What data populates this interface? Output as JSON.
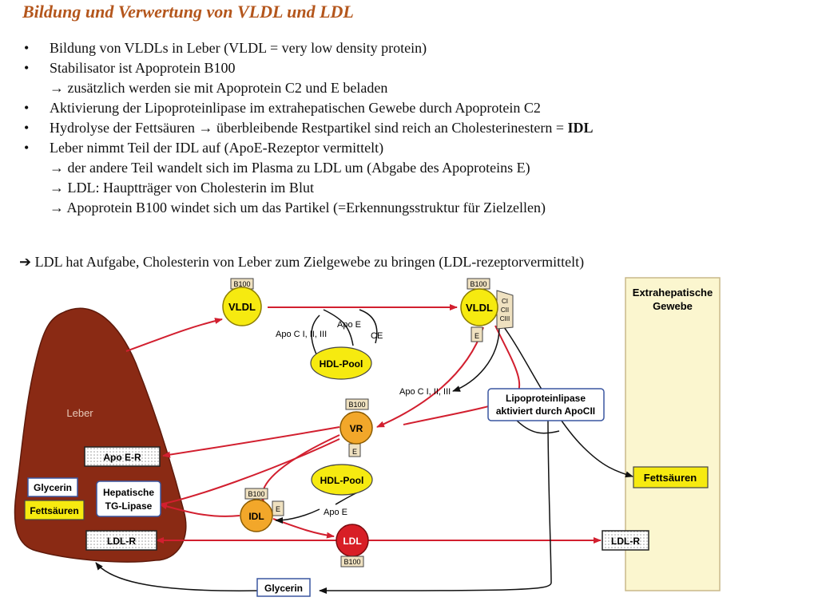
{
  "title": "Bildung und Verwertung von VLDL und LDL",
  "bullets": [
    {
      "text": "Bildung von VLDLs in Leber (VLDL = very low density protein)",
      "subs": []
    },
    {
      "text": "Stabilisator ist Apoprotein B100",
      "subs": [
        "→ zusätzlich werden sie mit Apoprotein C2 und E beladen"
      ]
    },
    {
      "text": "Aktivierung der Lipoproteinlipase im extrahepatischen Gewebe durch Apoprotein C2",
      "subs": []
    },
    {
      "text": "Hydrolyse der Fettsäuren → überbleibende Restpartikel sind reich an Cholesterinestern = ",
      "bold": "IDL",
      "subs": []
    },
    {
      "text": "Leber nimmt Teil der IDL auf (ApoE-Rezeptor vermittelt)",
      "subs": [
        "→ der andere Teil wandelt sich im Plasma zu LDL um (Abgabe des Apoproteins E)",
        "→ LDL: Hauptträger von Cholesterin im Blut",
        "→ Apoprotein B100 windet sich um das Partikel (=Erkennungsstruktur für Zielzellen)"
      ]
    }
  ],
  "summary": "➔ LDL hat Aufgabe, Cholesterin von Leber zum Zielgewebe zu bringen (LDL-rezeptorvermittelt)",
  "diagram": {
    "leber": "Leber",
    "vldl_top": "VLDL",
    "vldl_right": "VLDL",
    "vr": "VR",
    "idl": "IDL",
    "ldl": "LDL",
    "b100": "B100",
    "e": "E",
    "ci": "CI",
    "cii": "CII",
    "ciii": "CIII",
    "hdl_pool_1": "HDL-Pool",
    "hdl_pool_2": "HDL-Pool",
    "apo_c_1": "Apo C I, II, III",
    "apo_e_1": "Apo E",
    "ce": "CE",
    "apo_c_2": "Apo C I, II, III",
    "apo_e_2": "Apo E",
    "lpl_line1": "Lipoproteinlipase",
    "lpl_line2": "aktiviert durch ApoCII",
    "extra_line1": "Extrahepatische",
    "extra_line2": "Gewebe",
    "fettsaeuren_right": "Fettsäuren",
    "ldl_r_right": "LDL-R",
    "apo_e_r": "Apo E-R",
    "glycerin_left": "Glycerin",
    "fettsaeuren_left": "Fettsäuren",
    "hep_line1": "Hepatische",
    "hep_line2": "TG-Lipase",
    "ldl_r_left": "LDL-R",
    "glycerin_bottom": "Glycerin",
    "colors": {
      "liver": "#8a2a14",
      "red_arrow": "#d21f2f",
      "yellow_particle": "#f6ea10",
      "orange_particle": "#f2a72a",
      "ldl_red": "#d81e26",
      "tissue_bg": "#fbf6cf"
    }
  }
}
